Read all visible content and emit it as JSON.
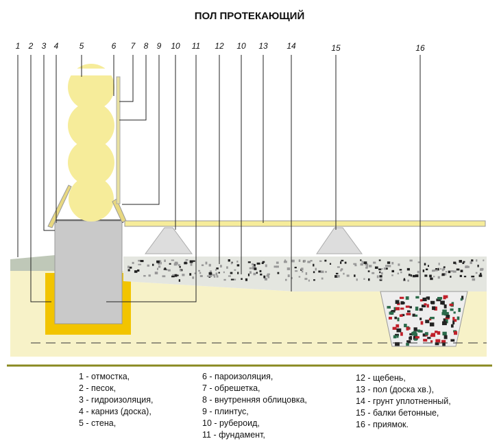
{
  "title": "ПОЛ ПРОТЕКАЮЩИЙ",
  "callouts": [
    "1",
    "2",
    "3",
    "4",
    "5",
    "6",
    "7",
    "8",
    "9",
    "10",
    "11",
    "12",
    "10",
    "13",
    "14",
    "15",
    "16"
  ],
  "legend": {
    "col1": [
      "1 - отмостка,",
      "2 - песок,",
      "3 - гидроизоляция,",
      "4 - карниз (доска),",
      "5 - стена,"
    ],
    "col2": [
      "6 - пароизоляция,",
      "7 - обрешетка,",
      "8 - внутренняя облицовка,",
      "9 - плинтус,",
      "10 - рубероид,",
      "11 - фундамент,"
    ],
    "col3": [
      "12 - щебень,",
      "13 - пол (доска хв.),",
      "14 - грунт уплотненный,",
      "15 - балки бетонные,",
      "16 - приямок."
    ]
  },
  "colors": {
    "ground": "#f7f2c8",
    "sand": "#f2c400",
    "foundation": "#c9c9c9",
    "log": "#f6ec9a",
    "gravel": "#e4e6e0",
    "divider": "#8a8a20"
  }
}
